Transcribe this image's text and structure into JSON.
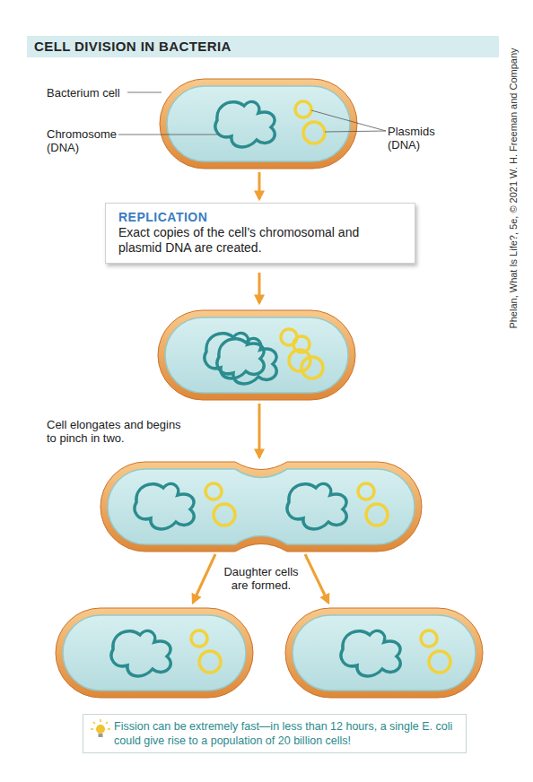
{
  "diagram": {
    "title": "CELL DIVISION IN BACTERIA",
    "nodes": [
      {
        "text": [
          "REPLICATION",
          "Exact copies of the cell’s chromosomal and plasmid DNA are created."
        ]
      },
      {
        "text": [
          "Fission can be extremely fast—in less than 12 hours, a single E. coli could give rise to a population of 20 billion cells!"
        ]
      }
    ],
    "labels": [
      "Bacterium cell",
      "Chromosome (DNA)",
      "Plasmids (DNA)",
      "Cell elongates and begins to pinch in two.",
      "Daughter cells are formed.",
      "Phelan, What Is Life?, 5e, © 2021 W. H. Freeman and Company"
    ]
  }
}
